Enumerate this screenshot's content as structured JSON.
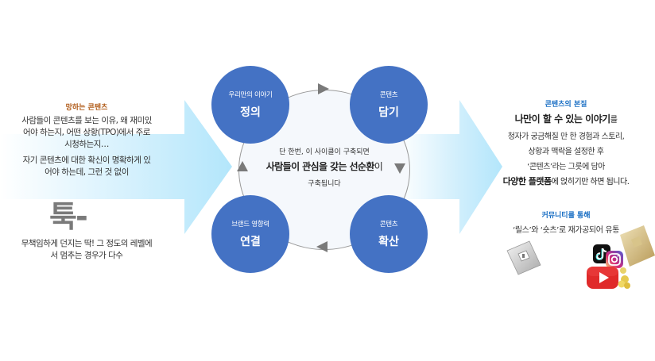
{
  "left": {
    "title": "망하는 콘텐츠",
    "lines": [
      "사람들이 콘텐츠를 보는 이유, 왜 재미있",
      "어야 하는지, 어떤 상황(TPO)에서 주로",
      "시청하는지…"
    ],
    "lines2": [
      "자기 콘텐츠에 대한 확신이 명확하게 있",
      "어야 하는데, 그런 것 없이"
    ],
    "emphasis": "툭-",
    "bottom": [
      "무책임하게 던지는 딱! 그 정도의 레벨에",
      "서 멈추는 경우가 다수"
    ]
  },
  "cycle": {
    "steps": [
      {
        "sub": "우리만의 이야기",
        "main": "정의"
      },
      {
        "sub": "콘텐츠",
        "main": "담기"
      },
      {
        "sub": "콘텐츠",
        "main": "확산"
      },
      {
        "sub": "브랜드 영향력",
        "main": "연결"
      }
    ],
    "center": {
      "line1": "단 한번, 이 사이클이 구축되면",
      "bold": "사람들이 관심을 갖는 선순환",
      "suffix": "이",
      "line3": "구축됩니다"
    },
    "colors": {
      "circle": "#4472c4",
      "arrow": "#7a7a7a"
    }
  },
  "right": {
    "title": "콘텐츠의 본질",
    "head_bold": "나만이 할 수 있는 이야기",
    "head_suffix": "를",
    "lines": [
      "청자가 궁금해질 만 한 경험과 스토리,",
      "상황과 맥락을 설정한 후",
      "‘콘텐츠’라는 그릇에 담아"
    ],
    "last_bold": "다양한 플랫폼",
    "last_suffix": "에 얹히기만 하면 됩니다.",
    "community_title": "커뮤니티를 통해",
    "community_line": "‘릴스’와 ‘숏츠’로 재가공되어 유통"
  },
  "icons": [
    "silver-play-button-icon",
    "tiktok-icon",
    "instagram-icon",
    "youtube-icon",
    "gold-play-button-icon",
    "coins-icon"
  ]
}
